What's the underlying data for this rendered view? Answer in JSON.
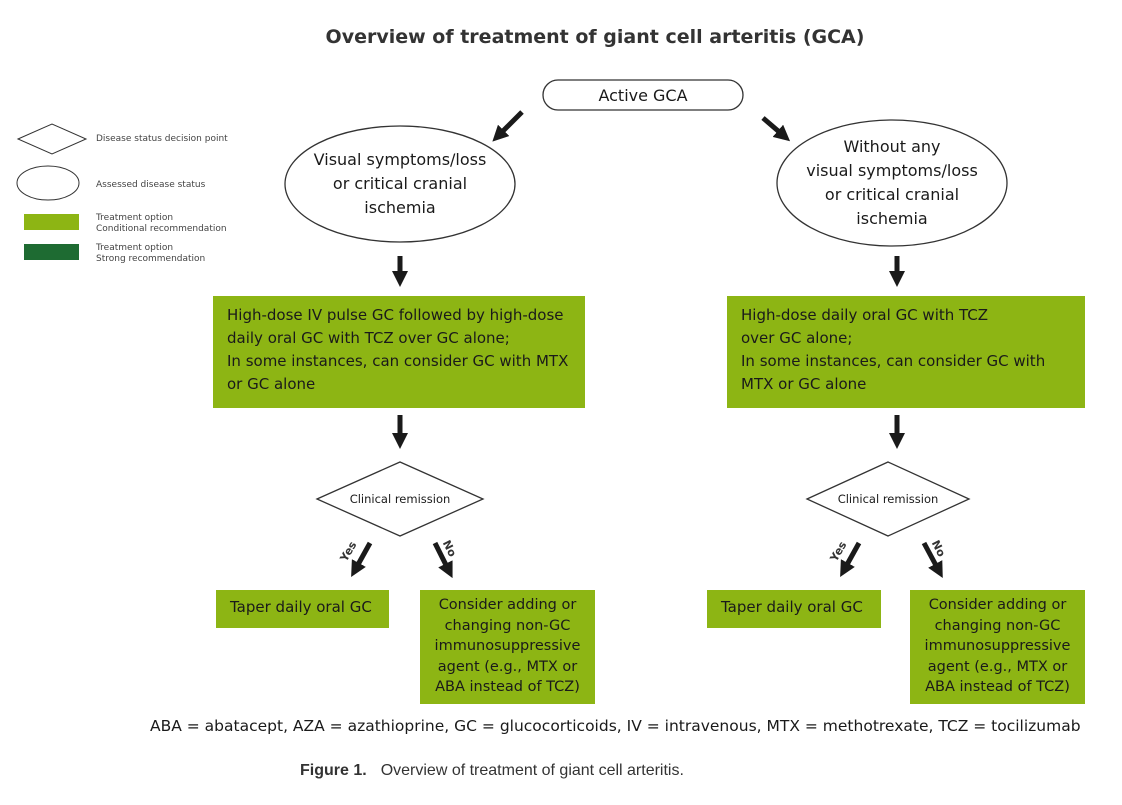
{
  "title": "Overview of treatment of giant cell arteritis (GCA)",
  "start_node": "Active GCA",
  "legend": {
    "decision_point": "Disease status decision point",
    "assessed_status": "Assessed disease status",
    "conditional": [
      "Treatment option",
      "Conditional recommendation"
    ],
    "strong": [
      "Treatment option",
      "Strong recommendation"
    ]
  },
  "colors": {
    "conditional": "#8db514",
    "strong": "#1e6b32"
  },
  "left": {
    "status": [
      "Visual symptoms/loss",
      "or critical cranial",
      "ischemia"
    ],
    "treatment": [
      "High-dose IV pulse GC followed by high-dose",
      "daily oral GC with TCZ over GC alone;",
      "In some instances, can consider GC with MTX",
      "or GC alone"
    ],
    "decision": "Clinical remission",
    "yes_label": "Yes",
    "no_label": "No",
    "yes_outcome": "Taper daily oral GC",
    "no_outcome": [
      "Consider adding or",
      "changing non-GC",
      "immunosuppressive",
      "agent (e.g., MTX or",
      "ABA instead of TCZ)"
    ]
  },
  "right": {
    "status": [
      "Without any",
      "visual symptoms/loss",
      "or critical cranial",
      "ischemia"
    ],
    "treatment": [
      "High-dose daily oral GC with TCZ",
      "over GC alone;",
      "In some instances, can consider GC with",
      "MTX or GC alone"
    ],
    "decision": "Clinical remission",
    "yes_label": "Yes",
    "no_label": "No",
    "yes_outcome": "Taper daily oral GC",
    "no_outcome": [
      "Consider adding or",
      "changing non-GC",
      "immunosuppressive",
      "agent (e.g., MTX or",
      "ABA instead of TCZ)"
    ]
  },
  "abbreviations": "ABA = abatacept, AZA = azathioprine, GC = glucocorticoids, IV = intravenous, MTX = methotrexate, TCZ = tocilizumab",
  "caption": {
    "label": "Figure 1.",
    "text": "Overview of treatment of giant cell arteritis."
  }
}
